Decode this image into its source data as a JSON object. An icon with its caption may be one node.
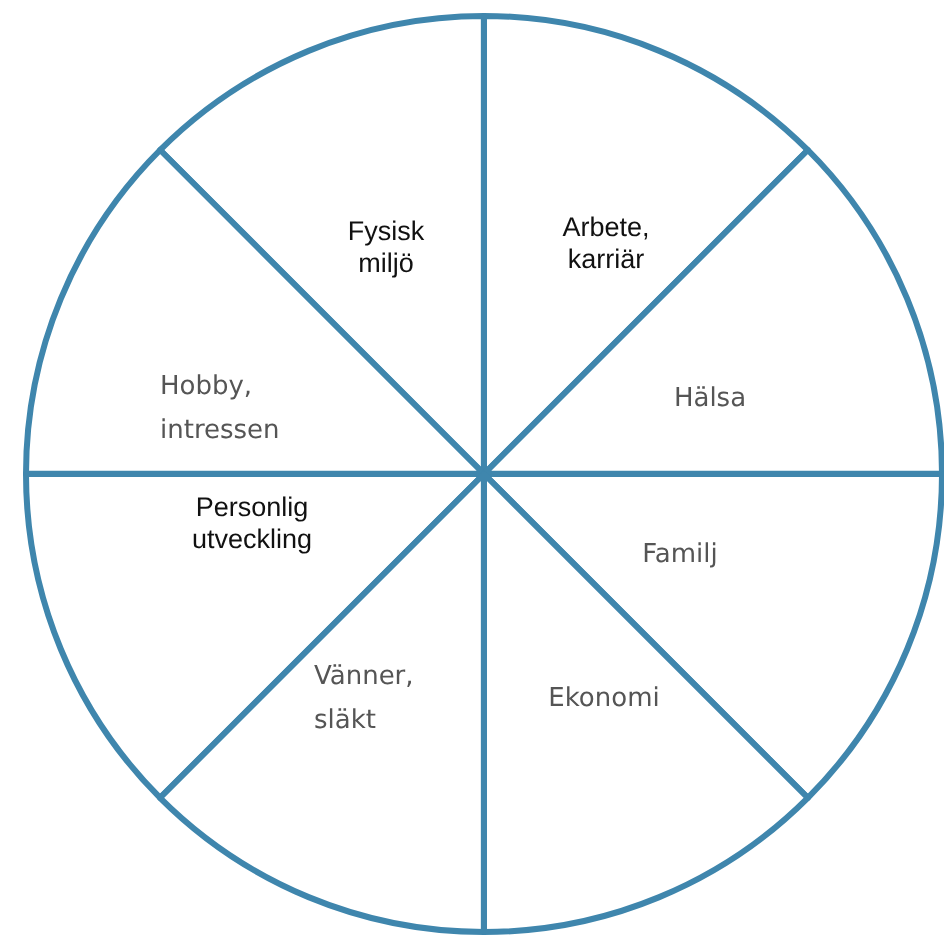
{
  "diagram": {
    "nodes": [
      {
        "text": [
          "Fysisk miljö"
        ]
      },
      {
        "text": [
          "Arbete, karriär"
        ]
      },
      {
        "text": [
          "Hobby, intressen"
        ]
      },
      {
        "text": [
          "Hälsa"
        ]
      },
      {
        "text": [
          "Personlig utveckling"
        ]
      },
      {
        "text": [
          "Familj"
        ]
      },
      {
        "text": [
          "Vänner, släkt"
        ]
      },
      {
        "text": [
          "Ekonomi"
        ]
      }
    ]
  }
}
